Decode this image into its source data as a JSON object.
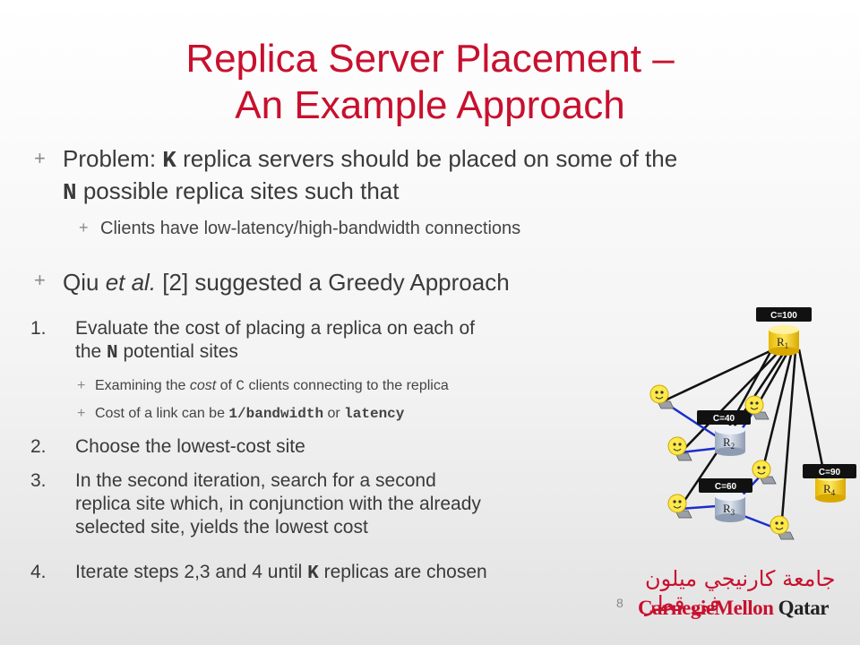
{
  "title": {
    "line1": "Replica Server Placement –",
    "line2": "An Example Approach"
  },
  "bullets": {
    "problem": {
      "t1": "Problem: ",
      "k": "K",
      "t2": " replica servers should be placed on some of the",
      "n": "N",
      "t3": " possible replica sites such that"
    },
    "problem_sub": "Clients have low-latency/high-bandwidth connections",
    "greedy": {
      "t1": "Qiu ",
      "et": "et al.",
      "t2": " [2] suggested a Greedy Approach"
    }
  },
  "steps": {
    "s1": {
      "num": "1.",
      "l1": "Evaluate the cost of placing a replica on each of",
      "l2a": "the ",
      "n": "N",
      "l2b": " potential sites",
      "sub1a": "Examining the ",
      "sub1cost": "cost",
      "sub1b": " of ",
      "sub1c": "C",
      "sub1d": " clients connecting to the replica",
      "sub2a": "Cost of a link can be ",
      "sub2b": "1/bandwidth",
      "sub2c": " or ",
      "sub2d": "latency"
    },
    "s2": {
      "num": "2.",
      "text": "Choose the lowest-cost site"
    },
    "s3": {
      "num": "3.",
      "l1": "In the second iteration, search for a second",
      "l2": "replica site which, in conjunction with the already",
      "l3": "selected site, yields the lowest cost"
    },
    "s4": {
      "num": "4.",
      "a": "Iterate steps 2,3 and 4 until ",
      "k": "K",
      "b": " replicas are chosen"
    }
  },
  "diagram": {
    "caps": [
      "C=100",
      "C=40",
      "C=60",
      "C=90"
    ],
    "replicas": [
      "R1",
      "R2",
      "R3",
      "R4"
    ],
    "colors": {
      "link": "#111111",
      "blue": "#1a2ecc",
      "replica_gray": "#b8c4d6",
      "replica_yellow": "#f5d21a"
    }
  },
  "footer": {
    "page": "8",
    "logo_ar": "جامعة كارنيجي ميلون في قطر",
    "logo_cm": "CarnegieMellon",
    "logo_q": "Qatar"
  }
}
